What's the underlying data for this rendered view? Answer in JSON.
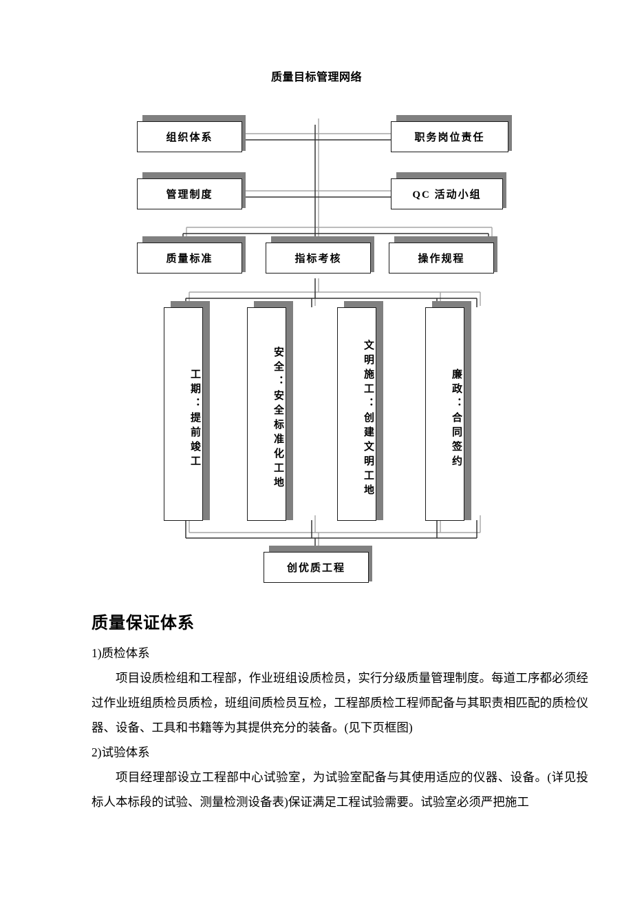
{
  "document": {
    "title": "质量目标管理网络"
  },
  "diagram": {
    "name": "质量目标管理网络",
    "row1": [
      {
        "id": "org-system",
        "label": "组织体系"
      },
      {
        "id": "duty-post-responsibility",
        "label": "职务岗位责任"
      }
    ],
    "row2": [
      {
        "id": "management-system",
        "label": "管理制度"
      },
      {
        "id": "qc-group",
        "label": "QC 活动小组"
      }
    ],
    "row3": [
      {
        "id": "quality-standard",
        "label": "质量标准"
      },
      {
        "id": "index-assessment",
        "label": "指标考核"
      },
      {
        "id": "operation-regulation",
        "label": "操作规程"
      }
    ],
    "row4": [
      {
        "id": "duration",
        "label": "工期：提前竣工"
      },
      {
        "id": "safety",
        "label": "安全：安全标准化工地"
      },
      {
        "id": "civilized-construction",
        "label": "文明施工：创建文明工地"
      },
      {
        "id": "integrity",
        "label": "廉政：合同签约"
      }
    ],
    "result": {
      "id": "quality-project",
      "label": "创优质工程"
    },
    "colors": {
      "box_border": "#1a1a1a",
      "box_fill": "#ffffff",
      "shadow": "#808080",
      "connector": "#333333",
      "connector_shadow": "#a6a6a6"
    }
  },
  "content": {
    "heading": "质量保证体系",
    "paragraphs": [
      {
        "label": "1)质检体系",
        "body": "项目设质检组和工程部，作业班组设质检员，实行分级质量管理制度。每道工序都必须经过作业班组质检员质检，班组间质检员互检，工程部质检工程师配备与其职责相匹配的质检仪器、设备、工具和书籍等为其提供充分的装备。(见下页框图)"
      },
      {
        "label": "2)试验体系",
        "body": "项目经理部设立工程部中心试验室，为试验室配备与其使用适应的仪器、设备。(详见投标人本标段的试验、测量检测设备表)保证满足工程试验需要。试验室必须严把施工"
      }
    ]
  }
}
